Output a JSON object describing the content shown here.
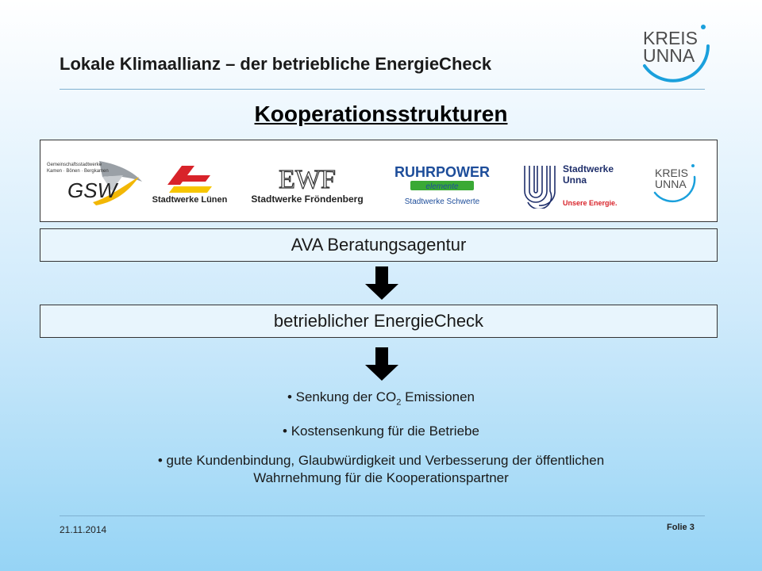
{
  "header": {
    "title": "Lokale Klimaallianz – der betriebliche EnergieCheck",
    "logo": {
      "line1": "KREIS",
      "line2": "UNNA"
    }
  },
  "section_heading": "Kooperationsstrukturen",
  "partners": {
    "gsw": {
      "small_lines": [
        "Gemeinschaftsstadtwerke",
        "Kamen · Bönen · Bergkamen"
      ],
      "name": "GSW"
    },
    "luenen": {
      "name": "Stadtwerke Lünen"
    },
    "froendenberg": {
      "mark": "EWF",
      "name": "Stadtwerke Fröndenberg"
    },
    "ruhrpower": {
      "name": "RUHRPOWER",
      "band": "elemente",
      "sub": "Stadtwerke Schwerte"
    },
    "unna": {
      "line1": "Stadtwerke",
      "line2": "Unna",
      "slogan": "Unsere Energie."
    },
    "kreis": {
      "line1": "KREIS",
      "line2": "UNNA"
    }
  },
  "boxes": {
    "agency": "AVA Beratungsagentur",
    "check": "betrieblicher EnergieCheck"
  },
  "bullets": {
    "b1_pre": "• Senkung der CO",
    "b1_sub": "2",
    "b1_post": " Emissionen",
    "b2": "• Kostensenkung für die Betriebe",
    "b3_line1": "• gute Kundenbindung, Glaubwürdigkeit und Verbesserung der öffentlichen",
    "b3_line2": "Wahrnehmung für die Kooperationspartner"
  },
  "footer": {
    "date": "21.11.2014",
    "page": "Folie 3"
  },
  "colors": {
    "kreis_blue": "#1aa0dc",
    "ruhr_blue": "#1d4d9a",
    "ruhr_green": "#3aa935",
    "luenen_red": "#d8232a",
    "luenen_yellow": "#f7c600",
    "unna_red": "#d8232a",
    "unna_navy": "#1f2f6b"
  }
}
